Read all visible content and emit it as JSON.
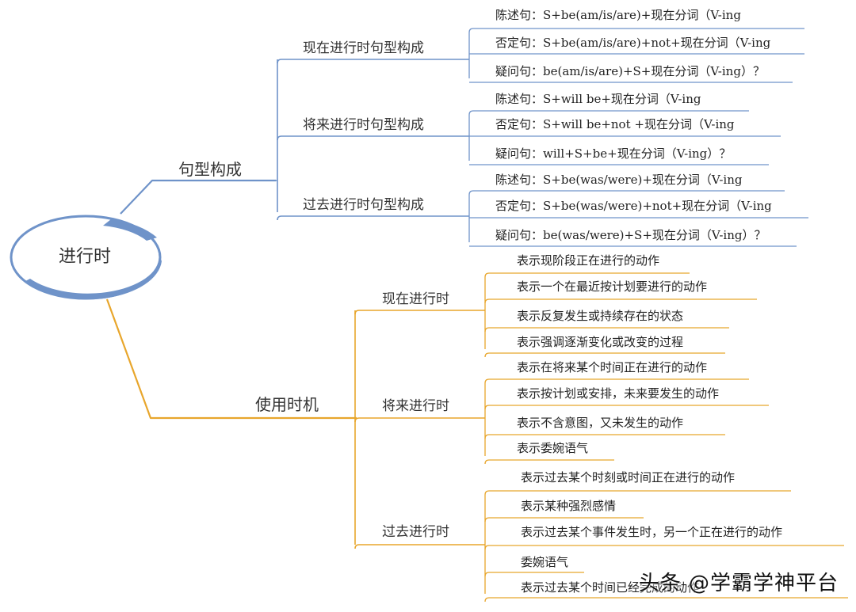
{
  "root": {
    "label": "进行时"
  },
  "colors": {
    "structure": "#6f93c9",
    "usage": "#e8a62c",
    "ring": "#6f93c9"
  },
  "structure": {
    "label": "句型构成",
    "groups": [
      {
        "label": "现在进行时句型构成",
        "items": [
          "陈述句：S+be(am/is/are)+现在分词（V-ing",
          "否定句：S+be(am/is/are)+not+现在分词（V-ing",
          "疑问句：be(am/is/are)+S+现在分词（V-ing）？"
        ]
      },
      {
        "label": "将来进行时句型构成",
        "items": [
          "陈述句：S+will be+现在分词（V-ing",
          "否定句：S+will be+not +现在分词（V-ing",
          "疑问句：will+S+be+现在分词（V-ing）？"
        ]
      },
      {
        "label": "过去进行时句型构成",
        "items": [
          "陈述句：S+be(was/were)+现在分词（V-ing",
          "否定句：S+be(was/were)+not+现在分词（V-ing",
          "疑问句：be(was/were)+S+现在分词（V-ing）？"
        ]
      }
    ]
  },
  "usage": {
    "label": "使用时机",
    "groups": [
      {
        "label": "现在进行时",
        "items": [
          "表示现阶段正在进行的动作",
          "表示一个在最近按计划要进行的动作",
          "表示反复发生或持续存在的状态",
          "表示强调逐渐变化或改变的过程"
        ]
      },
      {
        "label": "将来进行时",
        "items": [
          "表示在将来某个时间正在进行的动作",
          "表示按计划或安排，未来要发生的动作",
          "表示不含意图，又未发生的动作",
          "表示委婉语气"
        ]
      },
      {
        "label": "过去进行时",
        "items": [
          "表示过去某个时刻或时间正在进行的动作",
          "表示某种强烈感情",
          "表示过去某个事件发生时，另一个正在进行的动作",
          "委婉语气",
          "表示过去某个时间已经完成的动作"
        ]
      }
    ]
  },
  "watermark": "头条 @学霸学神平台"
}
